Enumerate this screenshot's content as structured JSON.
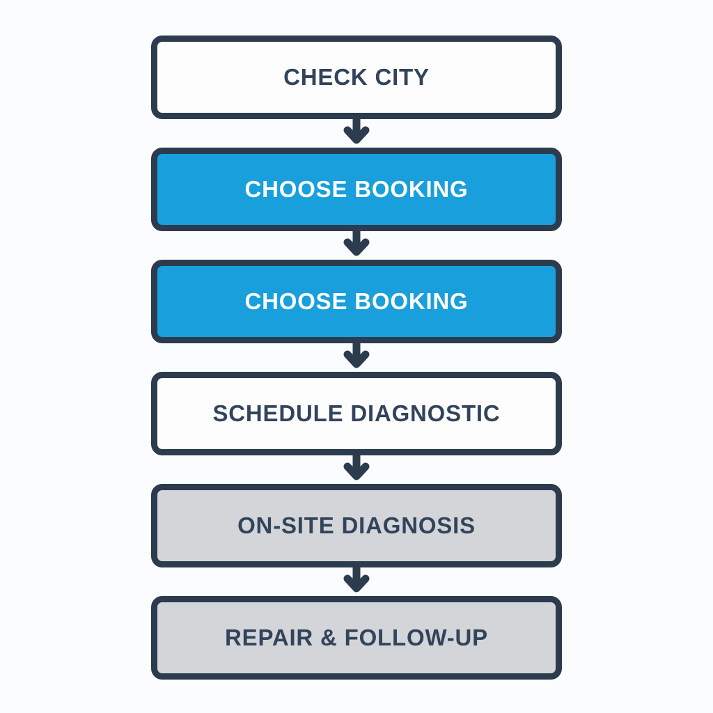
{
  "diagram": {
    "type": "flowchart",
    "direction": "top-down",
    "steps": [
      {
        "label": "CHECK CITY",
        "variant": "white"
      },
      {
        "label": "CHOOSE BOOKING",
        "variant": "blue"
      },
      {
        "label": "CHOOSE BOOKING",
        "variant": "blue"
      },
      {
        "label": "SCHEDULE DIAGNOSTIC",
        "variant": "white"
      },
      {
        "label": "ON-SITE DIAGNOSIS",
        "variant": "gray"
      },
      {
        "label": "REPAIR & FOLLOW-UP",
        "variant": "gray"
      }
    ],
    "connector": "down-arrow",
    "colors": {
      "border": "#2d3b4e",
      "blue_fill": "#189fdc",
      "gray_fill": "#d3d5d8",
      "white_fill": "#fdfdfe",
      "text_dark": "#31445b",
      "text_light": "#ffffff",
      "arrow": "#2d3b4e",
      "background": "#fbfcfd"
    }
  }
}
